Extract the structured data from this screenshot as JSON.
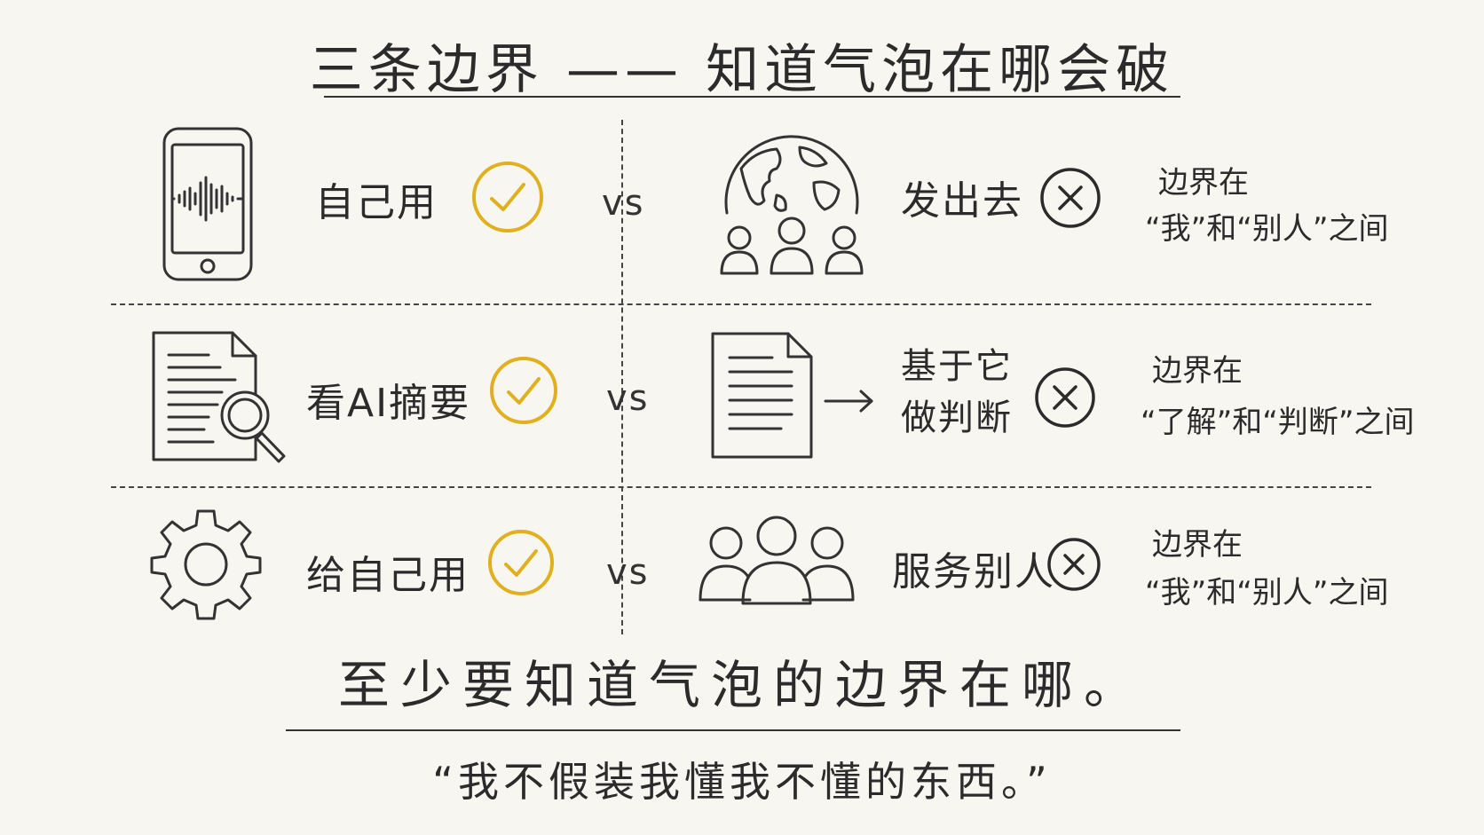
{
  "title": "三条边界 —— 知道气泡在哪会破",
  "rows": [
    {
      "left_label": "自己用",
      "vs": "vs",
      "right_label": "发出去",
      "note_line1": "边界在",
      "note_line2": "“我”和“别人”之间"
    },
    {
      "left_label": "看AI摘要",
      "vs": "vs",
      "right_label_line1": "基于它",
      "right_label_line2": "做判断",
      "note_line1": "边界在",
      "note_line2": "“了解”和“判断”之间"
    },
    {
      "left_label": "给自己用",
      "vs": "vs",
      "right_label": "服务别人",
      "note_line1": "边界在",
      "note_line2": "“我”和“别人”之间"
    }
  ],
  "conclusion": "至少要知道气泡的边界在哪。",
  "quote": "“我不假装我懂我不懂的东西。”",
  "icons": {
    "row1_left": "phone-soundwave-icon",
    "row1_right": "globe-people-icon",
    "row2_left": "document-magnifier-icon",
    "row2_right": "document-arrow-icon",
    "row3_left": "gear-icon",
    "row3_right": "group-people-icon",
    "check": "check-circle-icon",
    "cross": "cross-circle-icon"
  },
  "colors": {
    "check": "#e0b01e",
    "ink": "#2b2b2b",
    "background": "#f8f6f0"
  }
}
